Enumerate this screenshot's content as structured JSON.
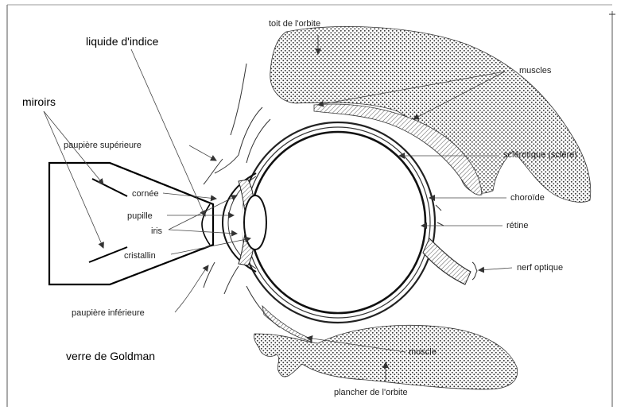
{
  "labels": {
    "toit_orbite": "toit de l'orbite",
    "liquide_indice": "liquide d'indice",
    "miroirs": "miroirs",
    "muscles": "muscles",
    "paupiere_superieure": "paupière supérieure",
    "sclerotique": "sclérotique (sclère)",
    "cornee": "cornée",
    "choroide": "choroïde",
    "pupille": "pupille",
    "iris": "iris",
    "retine": "rétine",
    "cristallin": "cristallin",
    "nerf_optique": "nerf optique",
    "paupiere_inferieure": "paupière inférieure",
    "verre_goldman": "verre de Goldman",
    "muscle": "muscle",
    "plancher_orbite": "plancher de l'orbite"
  }
}
